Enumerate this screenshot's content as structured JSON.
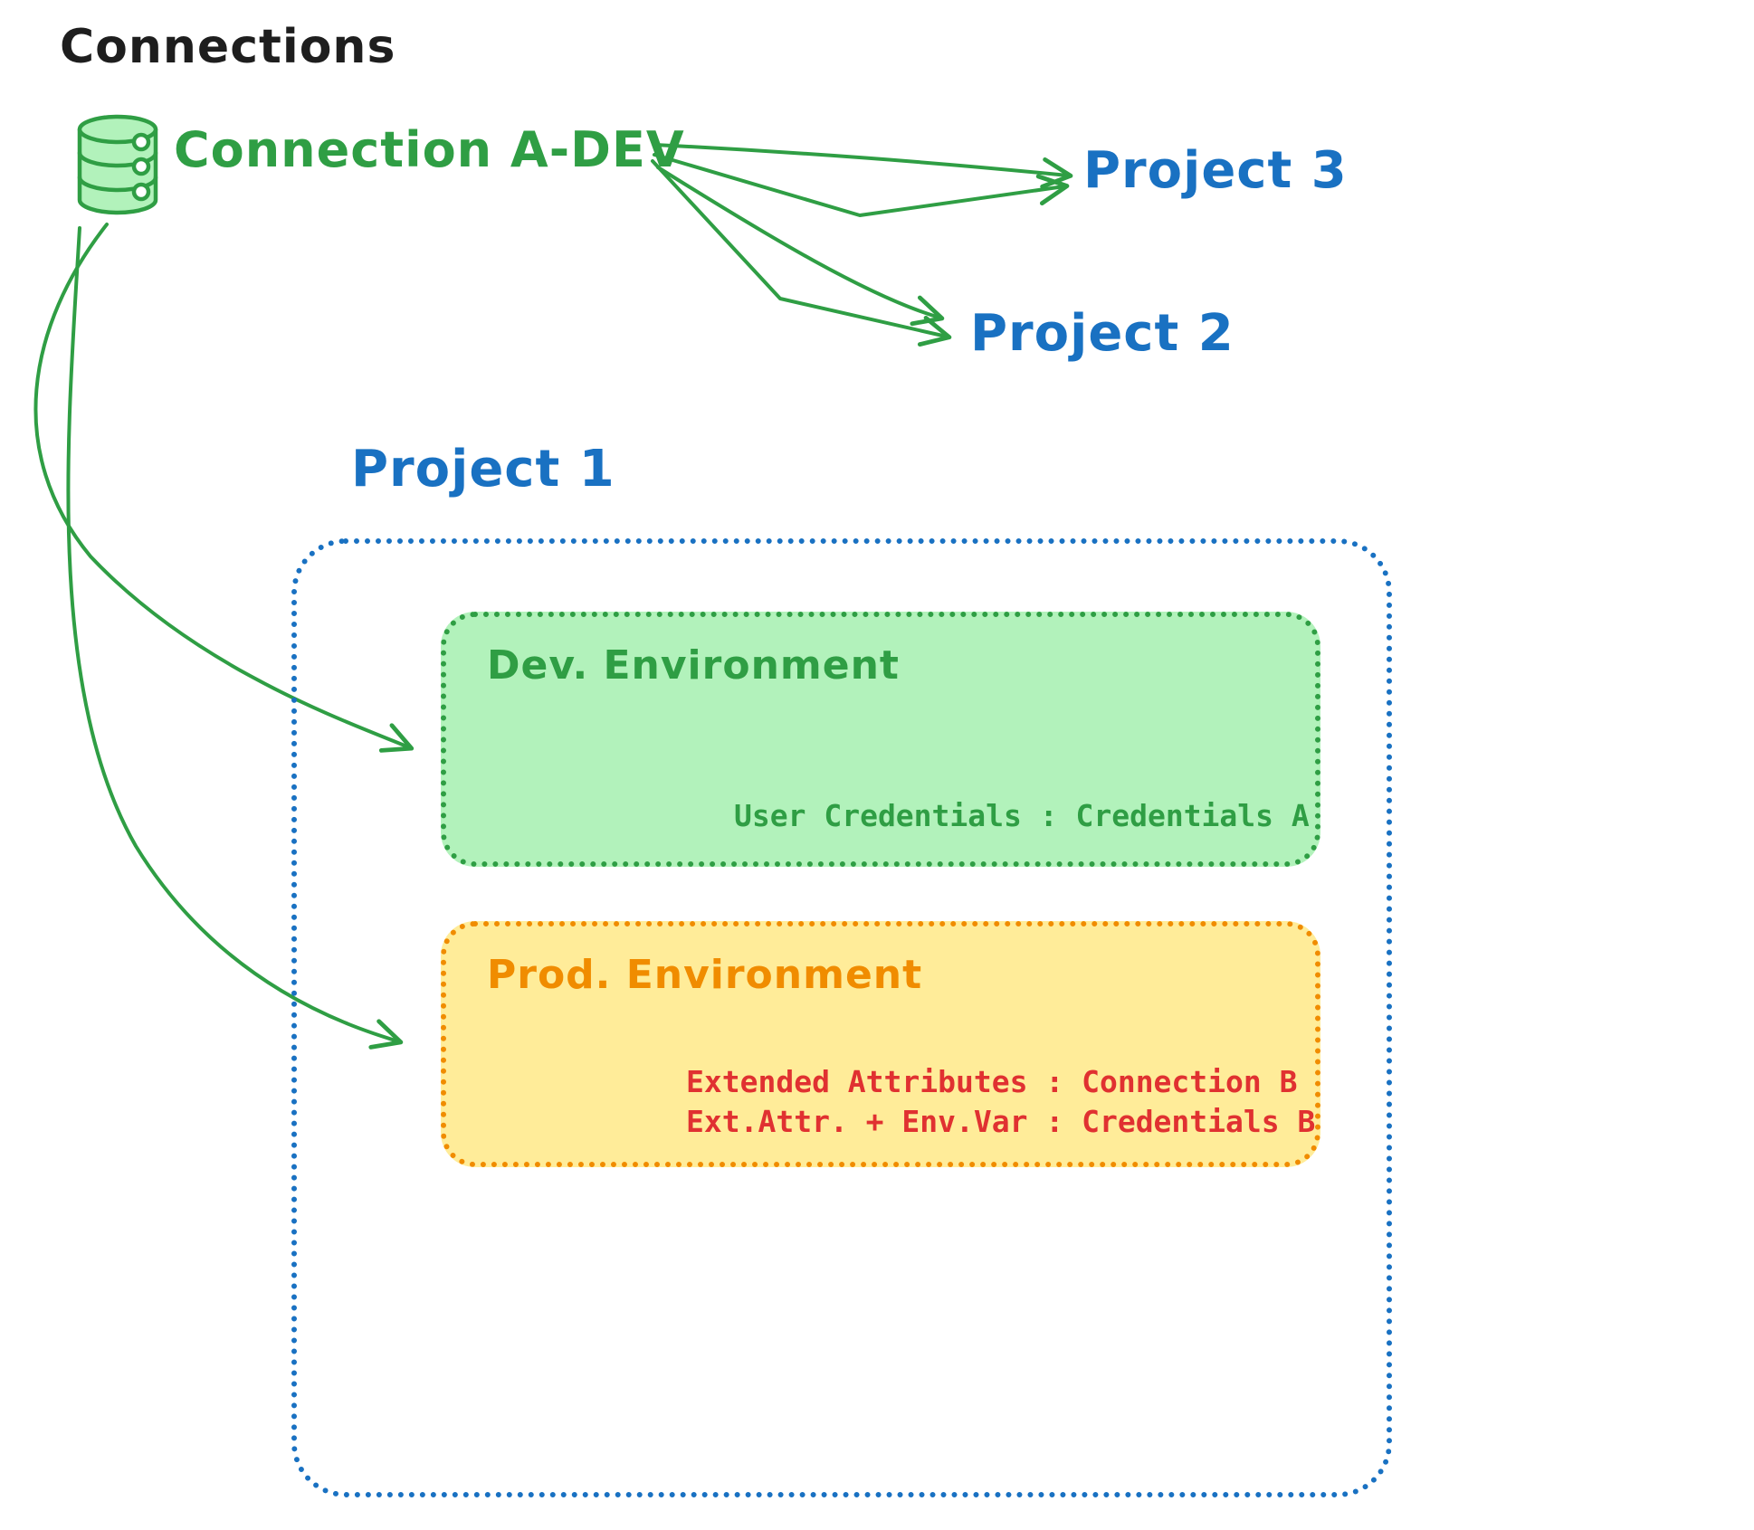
{
  "title": "Connections",
  "colors": {
    "green": "#2f9e44",
    "green_fill": "#b2f2bb",
    "blue": "#1971c2",
    "orange": "#f08c00",
    "yellow_fill": "#ffec99",
    "red": "#e03131",
    "black": "#1e1e1e"
  },
  "connection": {
    "label": "Connection A-DEV",
    "icon": "database-icon"
  },
  "projects": {
    "project3": "Project 3",
    "project2": "Project 2",
    "project1": "Project 1"
  },
  "dev_environment": {
    "label": "Dev. Environment",
    "credentials": "User Credentials : Credentials A"
  },
  "prod_environment": {
    "label": "Prod. Environment",
    "line1": "Extended Attributes : Connection B",
    "line2": "Ext.Attr. + Env.Var : Credentials B"
  }
}
